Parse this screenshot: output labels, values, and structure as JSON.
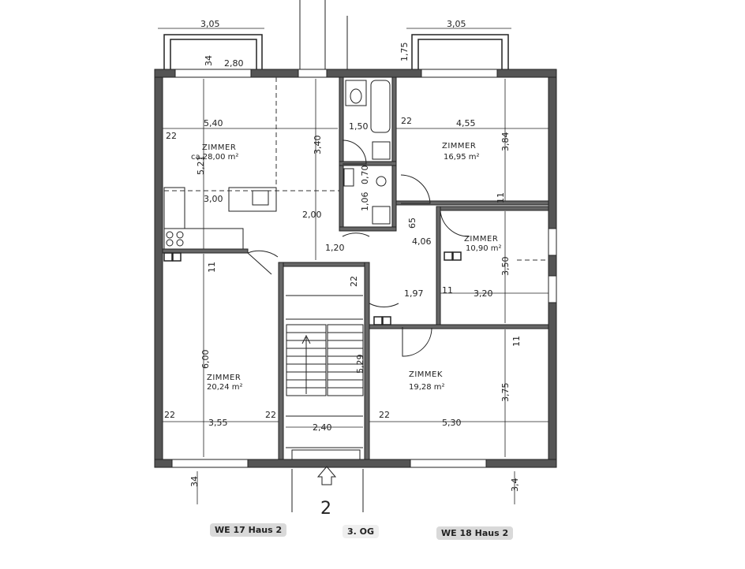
{
  "rooms": {
    "r1_name": "ZIMMER",
    "r1_area": "ca.28,00 m²",
    "r2_name": "ZIMMER",
    "r2_area": "16,95 m²",
    "r3_name": "ZIMMER",
    "r3_area": "10,90 m²",
    "r4_name": "ZIMMER",
    "r4_area": "20,24 m²",
    "r5_name": "ZIMMEK",
    "r5_area": "19,28 m²"
  },
  "dims": {
    "bal_left": "3,05",
    "bal_right": "3,05",
    "bal_depth_l": "2,80",
    "d34": "34",
    "d175": "1,75",
    "top_w": "5,40",
    "top_h": "5,21",
    "d340": "3,40",
    "d300": "3,00",
    "d200": "2,00",
    "d150": "1,50",
    "d120": "1,20",
    "d106": "1,06",
    "d070": "0,70",
    "r2_w": "4,55",
    "r2_h": "3,84",
    "d065": "65",
    "d406": "4,06",
    "r3_w": "3,20",
    "r3_h": "3,50",
    "d197": "1,97",
    "r4_h": "6,00",
    "r4_w": "3,55",
    "stair_w": "2,40",
    "stair_h": "5,29",
    "r5_w": "5,30",
    "r5_h": "3,75",
    "d22": "22",
    "d11": "11",
    "d34b": "34",
    "d34c": "3,4"
  },
  "entrance_number": "2",
  "labels": {
    "we17": "WE 17 Haus 2",
    "og": "3. OG",
    "we18": "WE 18 Haus 2"
  }
}
